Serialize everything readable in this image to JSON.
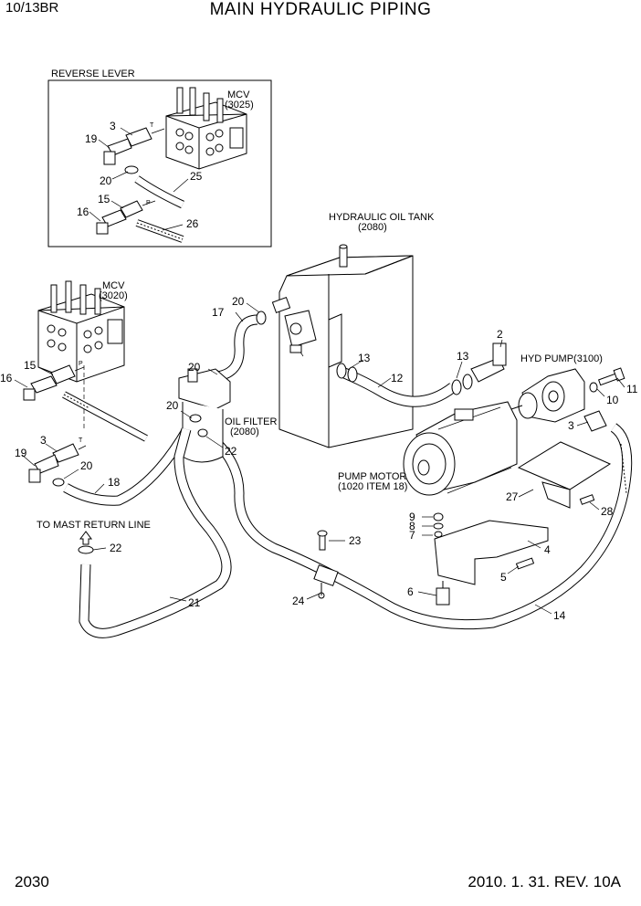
{
  "header": {
    "model": "10/13BR",
    "title": "MAIN HYDRAULIC PIPING"
  },
  "footer": {
    "page": "2030",
    "revision": "2010. 1. 31. REV. 10A"
  },
  "inset": {
    "title": "REVERSE LEVER",
    "mcv_label": "MCV",
    "mcv_code": "(3025)",
    "port_t": "T",
    "port_p": "P",
    "callouts": [
      "3",
      "19",
      "20",
      "25",
      "15",
      "16",
      "26"
    ]
  },
  "main": {
    "mcv_label": "MCV",
    "mcv_code": "(3020)",
    "port_p": "P",
    "port_t": "T",
    "tank_label": "HYDRAULIC OIL TANK",
    "tank_code": "(2080)",
    "pump_label": "HYD PUMP(3100)",
    "filter_label": "OIL FILTER",
    "filter_code": "(2080)",
    "motor_label": "PUMP MOTOR",
    "motor_code": "(1020 ITEM 18)",
    "mast_label": "TO MAST RETURN LINE",
    "callouts": {
      "c20a": "20",
      "c17": "17",
      "c13a": "13",
      "c12": "12",
      "c13b": "13",
      "c2": "2",
      "c11": "11",
      "c10": "10",
      "c3b": "3",
      "c15": "15",
      "c16": "16",
      "c20b": "20",
      "c22a": "22",
      "c3a": "3",
      "c19": "19",
      "c20c": "20",
      "c18": "18",
      "c20d": "20",
      "c27": "27",
      "c28": "28",
      "c9": "9",
      "c8": "8",
      "c7": "7",
      "c4": "4",
      "c5": "5",
      "c23": "23",
      "c22b": "22",
      "c21": "21",
      "c24": "24",
      "c6": "6",
      "c14": "14"
    }
  }
}
